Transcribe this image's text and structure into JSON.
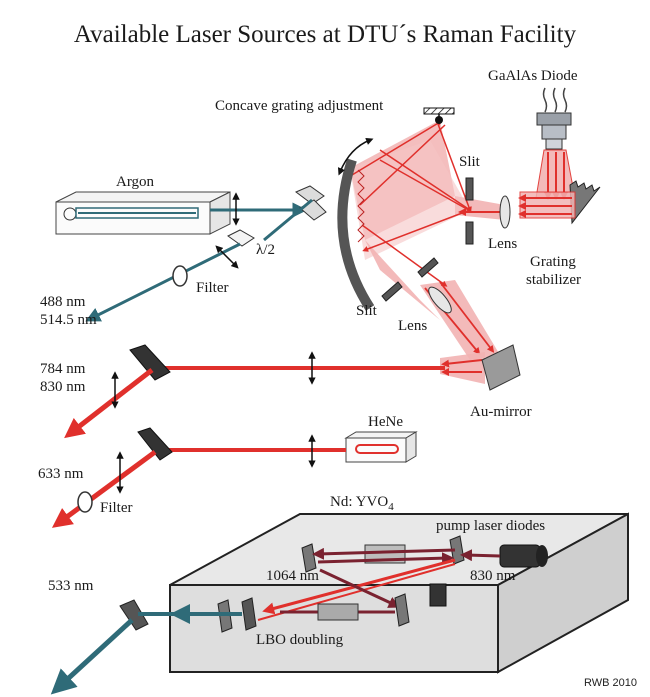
{
  "title": "Available Laser Sources at DTU´s Raman Facility",
  "labels": {
    "gaalas_diode": "GaAlAs  Diode",
    "concave_grating": "Concave grating adjustment",
    "slit": "Slit",
    "lens": "Lens",
    "grating_stabilizer_1": "Grating",
    "grating_stabilizer_2": "stabilizer",
    "argon": "Argon",
    "half_wave": "λ/2",
    "filter": "Filter",
    "argon_wl_1": "488 nm",
    "argon_wl_2": "514.5 nm",
    "diode_wl_1": "784 nm",
    "diode_wl_2": "830 nm",
    "au_mirror": "Au-mirror",
    "hene": "HeNe",
    "hene_wl": "633 nm",
    "ndyvo4": "Nd: YVO",
    "ndyvo4_sub": "4",
    "pump_diodes": "pump laser diodes",
    "wl_1064": "1064 nm",
    "wl_830": "830 nm",
    "wl_533": "533 nm",
    "lbo": "LBO doubling",
    "credit": "RWB 2010"
  },
  "colors": {
    "red_beam": "#e0302c",
    "teal_beam": "#2f6b78",
    "maroon_beam": "#7a2230",
    "pink_fill": "#f2b3b3",
    "dark_part": "#333333",
    "box_fill": "#e2e2e2"
  }
}
